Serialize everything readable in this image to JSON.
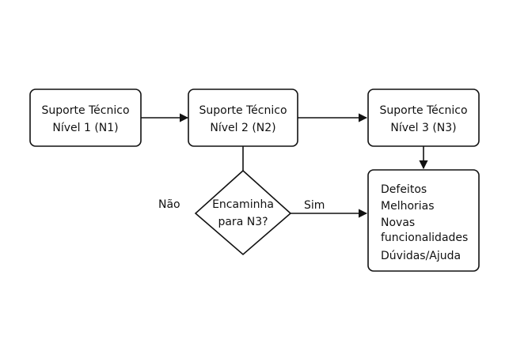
{
  "diagram": {
    "n1": {
      "line1": "Suporte Técnico",
      "line2": "Nível 1 (N1)"
    },
    "n2": {
      "line1": "Suporte Técnico",
      "line2": "Nível 2 (N2)"
    },
    "n3": {
      "line1": "Suporte Técnico",
      "line2": "Nível 3 (N3)"
    },
    "decision": {
      "line1": "Encaminha",
      "line2": "para N3?"
    },
    "no_label": "Não",
    "yes_label": "Sim",
    "outcomes": [
      "Defeitos",
      "Melhorias",
      "Novas",
      "funcionalidades",
      "Dúvidas/Ajuda"
    ]
  }
}
